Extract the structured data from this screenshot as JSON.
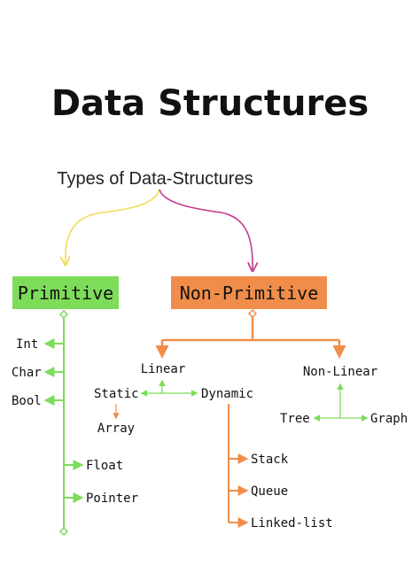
{
  "title": "Data Structures",
  "subtitle": "Types of Data-Structures",
  "colors": {
    "green": "#7ddc5a",
    "orange": "#f08d4a",
    "yellow": "#f1dc55",
    "magenta": "#c43c8f",
    "text": "#111111"
  },
  "primitive": {
    "label": "Primitive",
    "left_items": [
      "Int",
      "Char",
      "Bool"
    ],
    "right_items": [
      "Float",
      "Pointer"
    ]
  },
  "non_primitive": {
    "label": "Non-Primitive",
    "linear": {
      "label": "Linear",
      "static": {
        "label": "Static",
        "children": [
          "Array"
        ]
      },
      "dynamic": {
        "label": "Dynamic",
        "children": [
          "Stack",
          "Queue",
          "Linked-list"
        ]
      }
    },
    "non_linear": {
      "label": "Non-Linear",
      "children": [
        "Tree",
        "Graph"
      ]
    }
  }
}
